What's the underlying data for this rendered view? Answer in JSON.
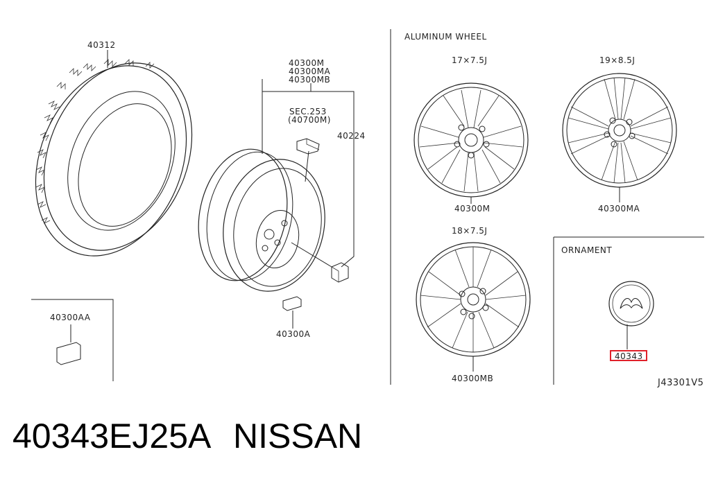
{
  "diagram": {
    "parts": {
      "tire": "40312",
      "wheel_steel_1": "40300M",
      "wheel_steel_2": "40300MA",
      "wheel_steel_3": "40300MB",
      "sec_ref": "SEC.253",
      "sec_sub": "(40700M)",
      "nut": "40224",
      "weight": "40300A",
      "weight_aa": "40300AA"
    },
    "aluminum": {
      "title": "ALUMINUM WHEEL",
      "wheels": [
        {
          "size": "17×7.5J",
          "part": "40300M"
        },
        {
          "size": "19×8.5J",
          "part": "40300MA"
        },
        {
          "size": "18×7.5J",
          "part": "40300MB"
        }
      ]
    },
    "ornament": {
      "title": "ORNAMENT",
      "part": "40343"
    },
    "diagram_code": "J43301V5"
  },
  "caption": {
    "part_number": "40343EJ25A",
    "brand": "NISSAN"
  },
  "colors": {
    "highlight": "#e0202a",
    "ink": "#222222"
  }
}
